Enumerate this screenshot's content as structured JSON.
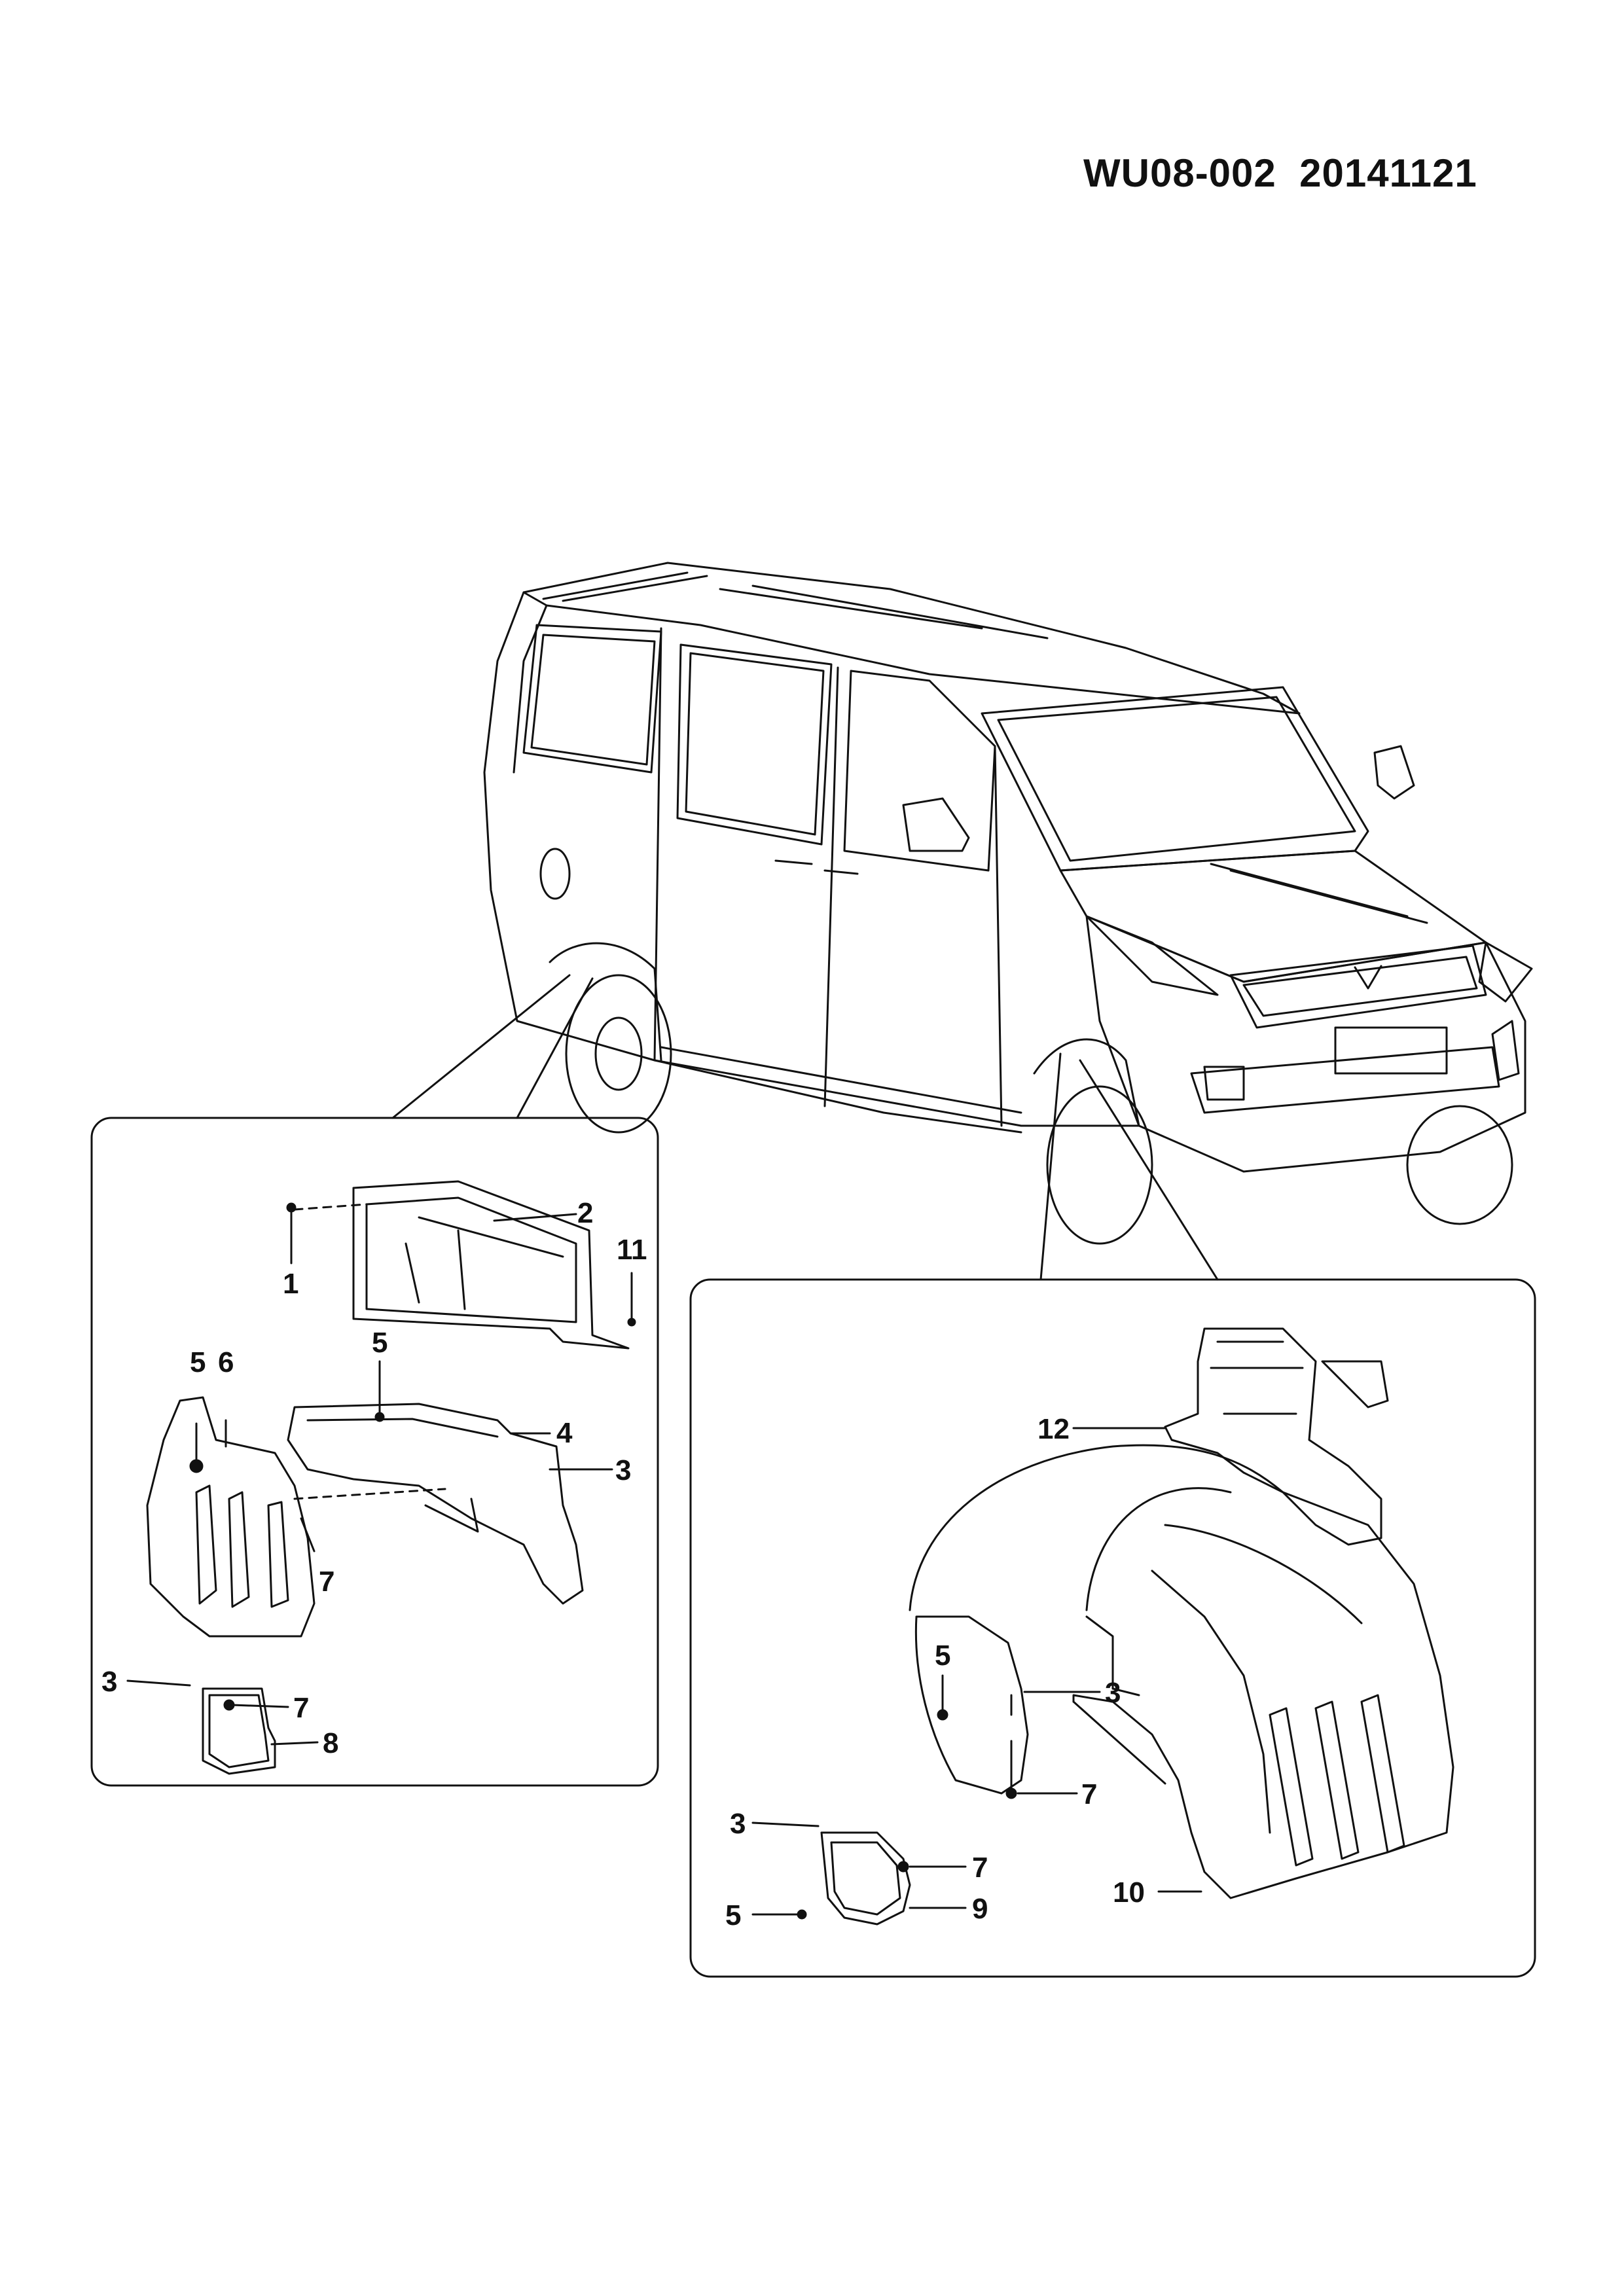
{
  "header": {
    "drawing_code": "WU08-002  20141121"
  },
  "callouts": {
    "left": [
      "1",
      "2",
      "11",
      "5",
      "6",
      "5",
      "4",
      "3",
      "7",
      "3",
      "7",
      "8"
    ],
    "right": [
      "12",
      "5",
      "3",
      "7",
      "3",
      "7",
      "5",
      "9",
      "10"
    ]
  },
  "colors": {
    "ink": "#111111",
    "paper": "#ffffff"
  }
}
